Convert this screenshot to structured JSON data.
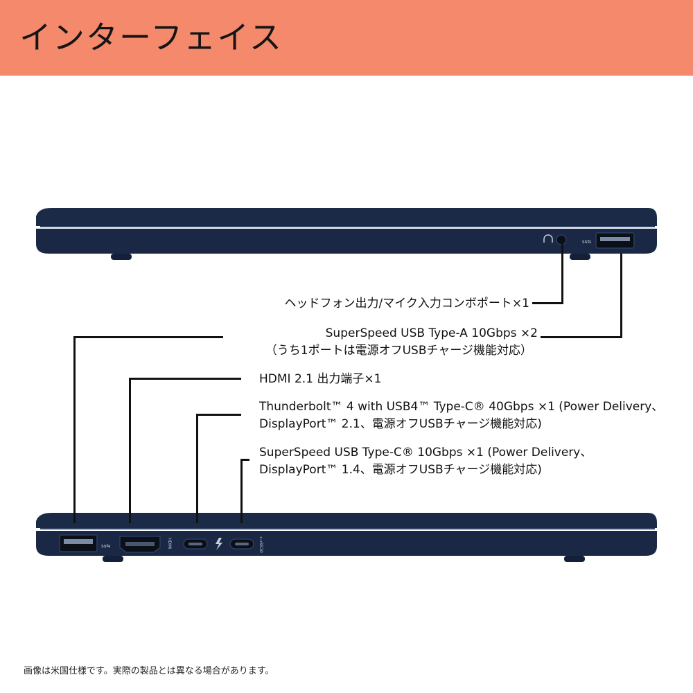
{
  "header": {
    "title": "インターフェイス",
    "background_color": "#f5896b"
  },
  "device": {
    "body_color": "#1b2a47"
  },
  "callouts": {
    "headphone": "ヘッドフォン出力/マイク入力コンボポート×1",
    "usb_a_line1": "SuperSpeed USB Type-A 10Gbps ×2",
    "usb_a_line2": "（うち1ポートは電源オフUSBチャージ機能対応）",
    "hdmi": "HDMI 2.1 出力端子×1",
    "thunderbolt_line1": "Thunderbolt™ 4 with USB4™ Type-C® 40Gbps ×1 (Power Delivery、",
    "thunderbolt_line2": "DisplayPort™ 2.1、電源オフUSBチャージ機能対応)",
    "usb_c_line1": "SuperSpeed USB Type-C® 10Gbps ×1 (Power Delivery、",
    "usb_c_line2": "DisplayPort™ 1.4、電源オフUSBチャージ機能対応)"
  },
  "port_markings": {
    "hdmi_label": "HDMI",
    "usbc_label": "⟷SS10"
  },
  "footer": {
    "note": "画像は米国仕様です。実際の製品とは異なる場合があります。"
  }
}
